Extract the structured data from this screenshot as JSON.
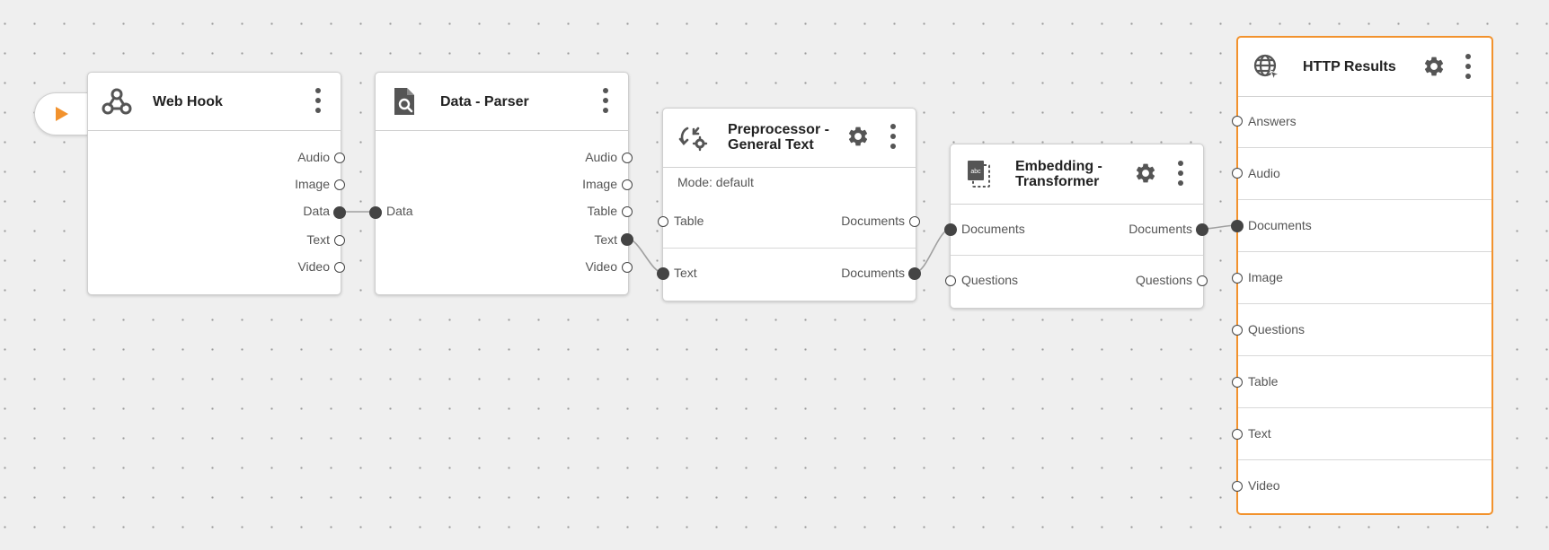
{
  "colors": {
    "accent": "#f2922d",
    "port": "#444444",
    "wire": "#a0a0a0"
  },
  "start_button": {
    "icon": "play-icon"
  },
  "nodes": {
    "webhook": {
      "title": "Web Hook",
      "icon": "webhook-icon",
      "outputs": [
        "Audio",
        "Image",
        "Data",
        "Text",
        "Video"
      ]
    },
    "parser": {
      "title": "Data - Parser",
      "icon": "file-search-icon",
      "input": "Data",
      "outputs": [
        "Audio",
        "Image",
        "Table",
        "Text",
        "Video"
      ]
    },
    "preprocessor": {
      "title": "Preprocessor -\nGeneral Text",
      "icon": "preprocess-icon",
      "mode": "Mode: default",
      "rows": [
        {
          "input": "Table",
          "output": "Documents"
        },
        {
          "input": "Text",
          "output": "Documents"
        }
      ]
    },
    "embedding": {
      "title": "Embedding -\nTransformer",
      "icon": "embedding-icon",
      "rows": [
        {
          "input": "Documents",
          "output": "Documents"
        },
        {
          "input": "Questions",
          "output": "Questions"
        }
      ]
    },
    "http": {
      "title": "HTTP Results",
      "icon": "globe-icon",
      "inputs": [
        "Answers",
        "Audio",
        "Documents",
        "Image",
        "Questions",
        "Table",
        "Text",
        "Video"
      ]
    }
  }
}
